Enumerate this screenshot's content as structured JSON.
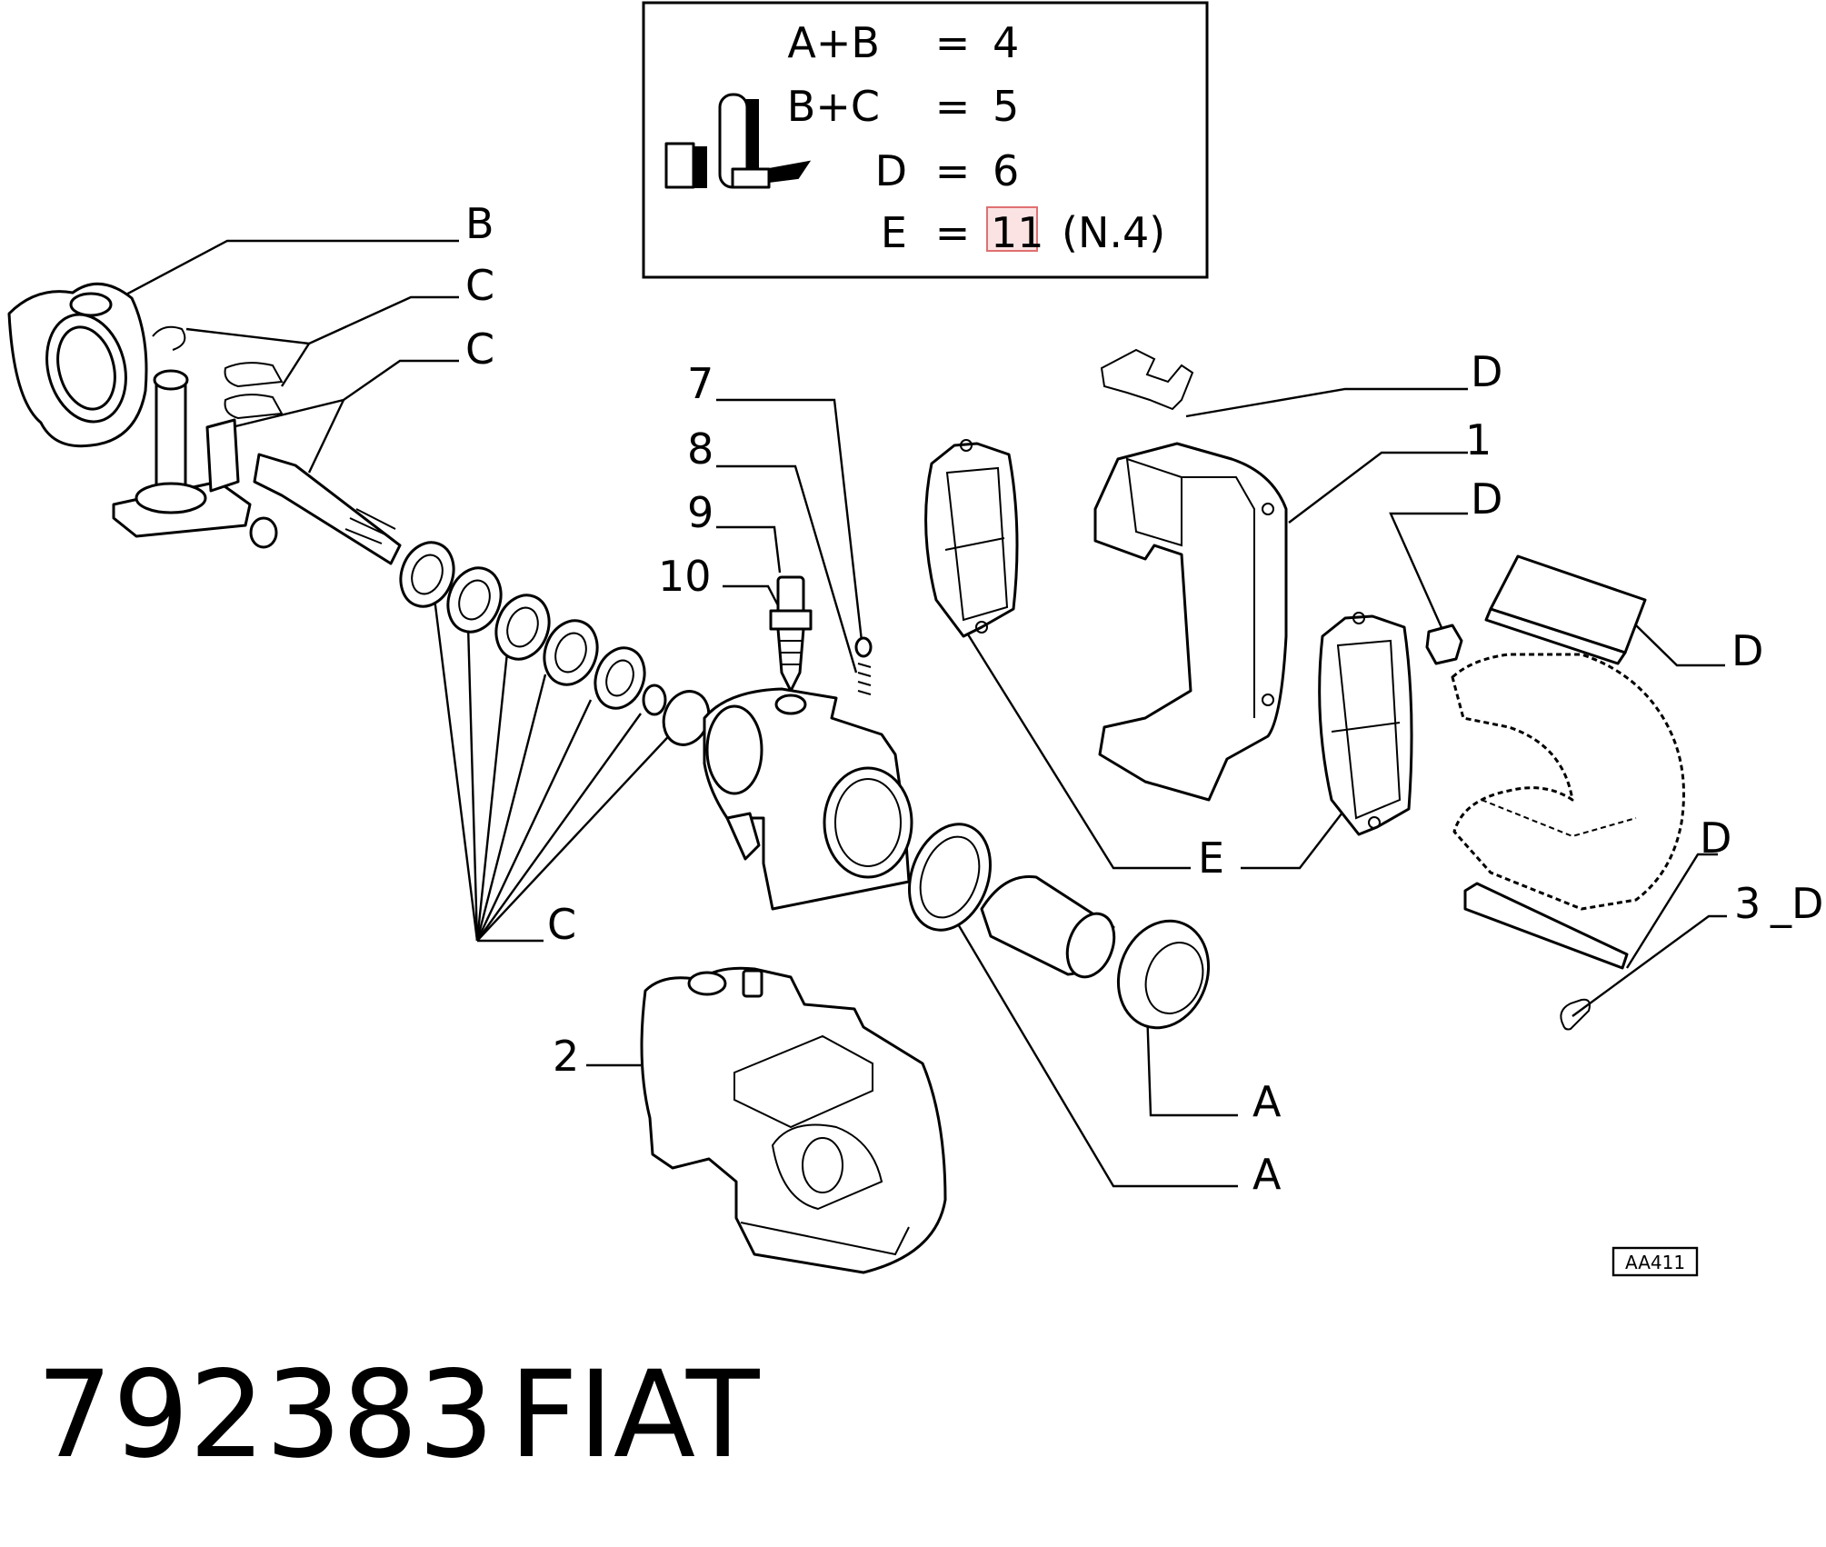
{
  "kit_table": {
    "rows": [
      {
        "combo": "A+B",
        "eq": "=",
        "value": "4",
        "note": ""
      },
      {
        "combo": "B+C",
        "eq": "=",
        "value": "5",
        "note": ""
      },
      {
        "combo": "D",
        "eq": "=",
        "value": "6",
        "note": ""
      },
      {
        "combo": "E",
        "eq": "=",
        "value": "11",
        "note": "(N.4)"
      }
    ],
    "highlighted_value": "11",
    "highlight_color": "#e07070"
  },
  "callouts": {
    "B": "B",
    "C1": "C",
    "C2": "C",
    "C3": "C",
    "D1": "D",
    "D2": "D",
    "D3": "D",
    "D4": "D",
    "D5": "_D",
    "E": "E",
    "A1": "A",
    "A2": "A",
    "n1": "1",
    "n2": "2",
    "n3": "3",
    "n7": "7",
    "n8": "8",
    "n9": "9",
    "n10": "10"
  },
  "reference_code": "AA411",
  "footer": {
    "part_number": "792383",
    "brand": "FIAT"
  }
}
